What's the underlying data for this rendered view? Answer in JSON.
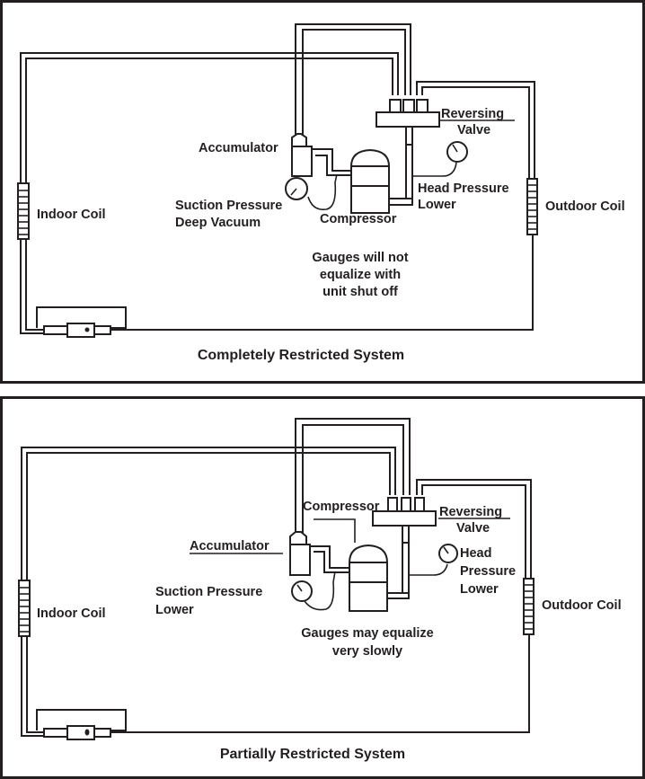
{
  "diagrams": [
    {
      "caption": "Completely Restricted System",
      "labels": {
        "accumulator": "Accumulator",
        "reversing_valve_1": "Reversing",
        "reversing_valve_2": "Valve",
        "suction_1": "Suction Pressure",
        "suction_2": "Deep Vacuum",
        "compressor": "Compressor",
        "head_1": "Head Pressure",
        "head_2": "Lower",
        "indoor_coil": "Indoor Coil",
        "outdoor_coil": "Outdoor Coil",
        "note_1": "Gauges will not",
        "note_2": "equalize with",
        "note_3": "unit shut off"
      }
    },
    {
      "caption": "Partially Restricted System",
      "labels": {
        "accumulator": "Accumulator",
        "compressor": "Compressor",
        "reversing_valve_1": "Reversing",
        "reversing_valve_2": "Valve",
        "suction_1": "Suction Pressure",
        "suction_2": "Lower",
        "head_1": "Head",
        "head_2": "Pressure",
        "head_3": "Lower",
        "indoor_coil": "Indoor Coil",
        "outdoor_coil": "Outdoor Coil",
        "note_1": "Gauges may equalize",
        "note_2": "very slowly"
      }
    }
  ]
}
